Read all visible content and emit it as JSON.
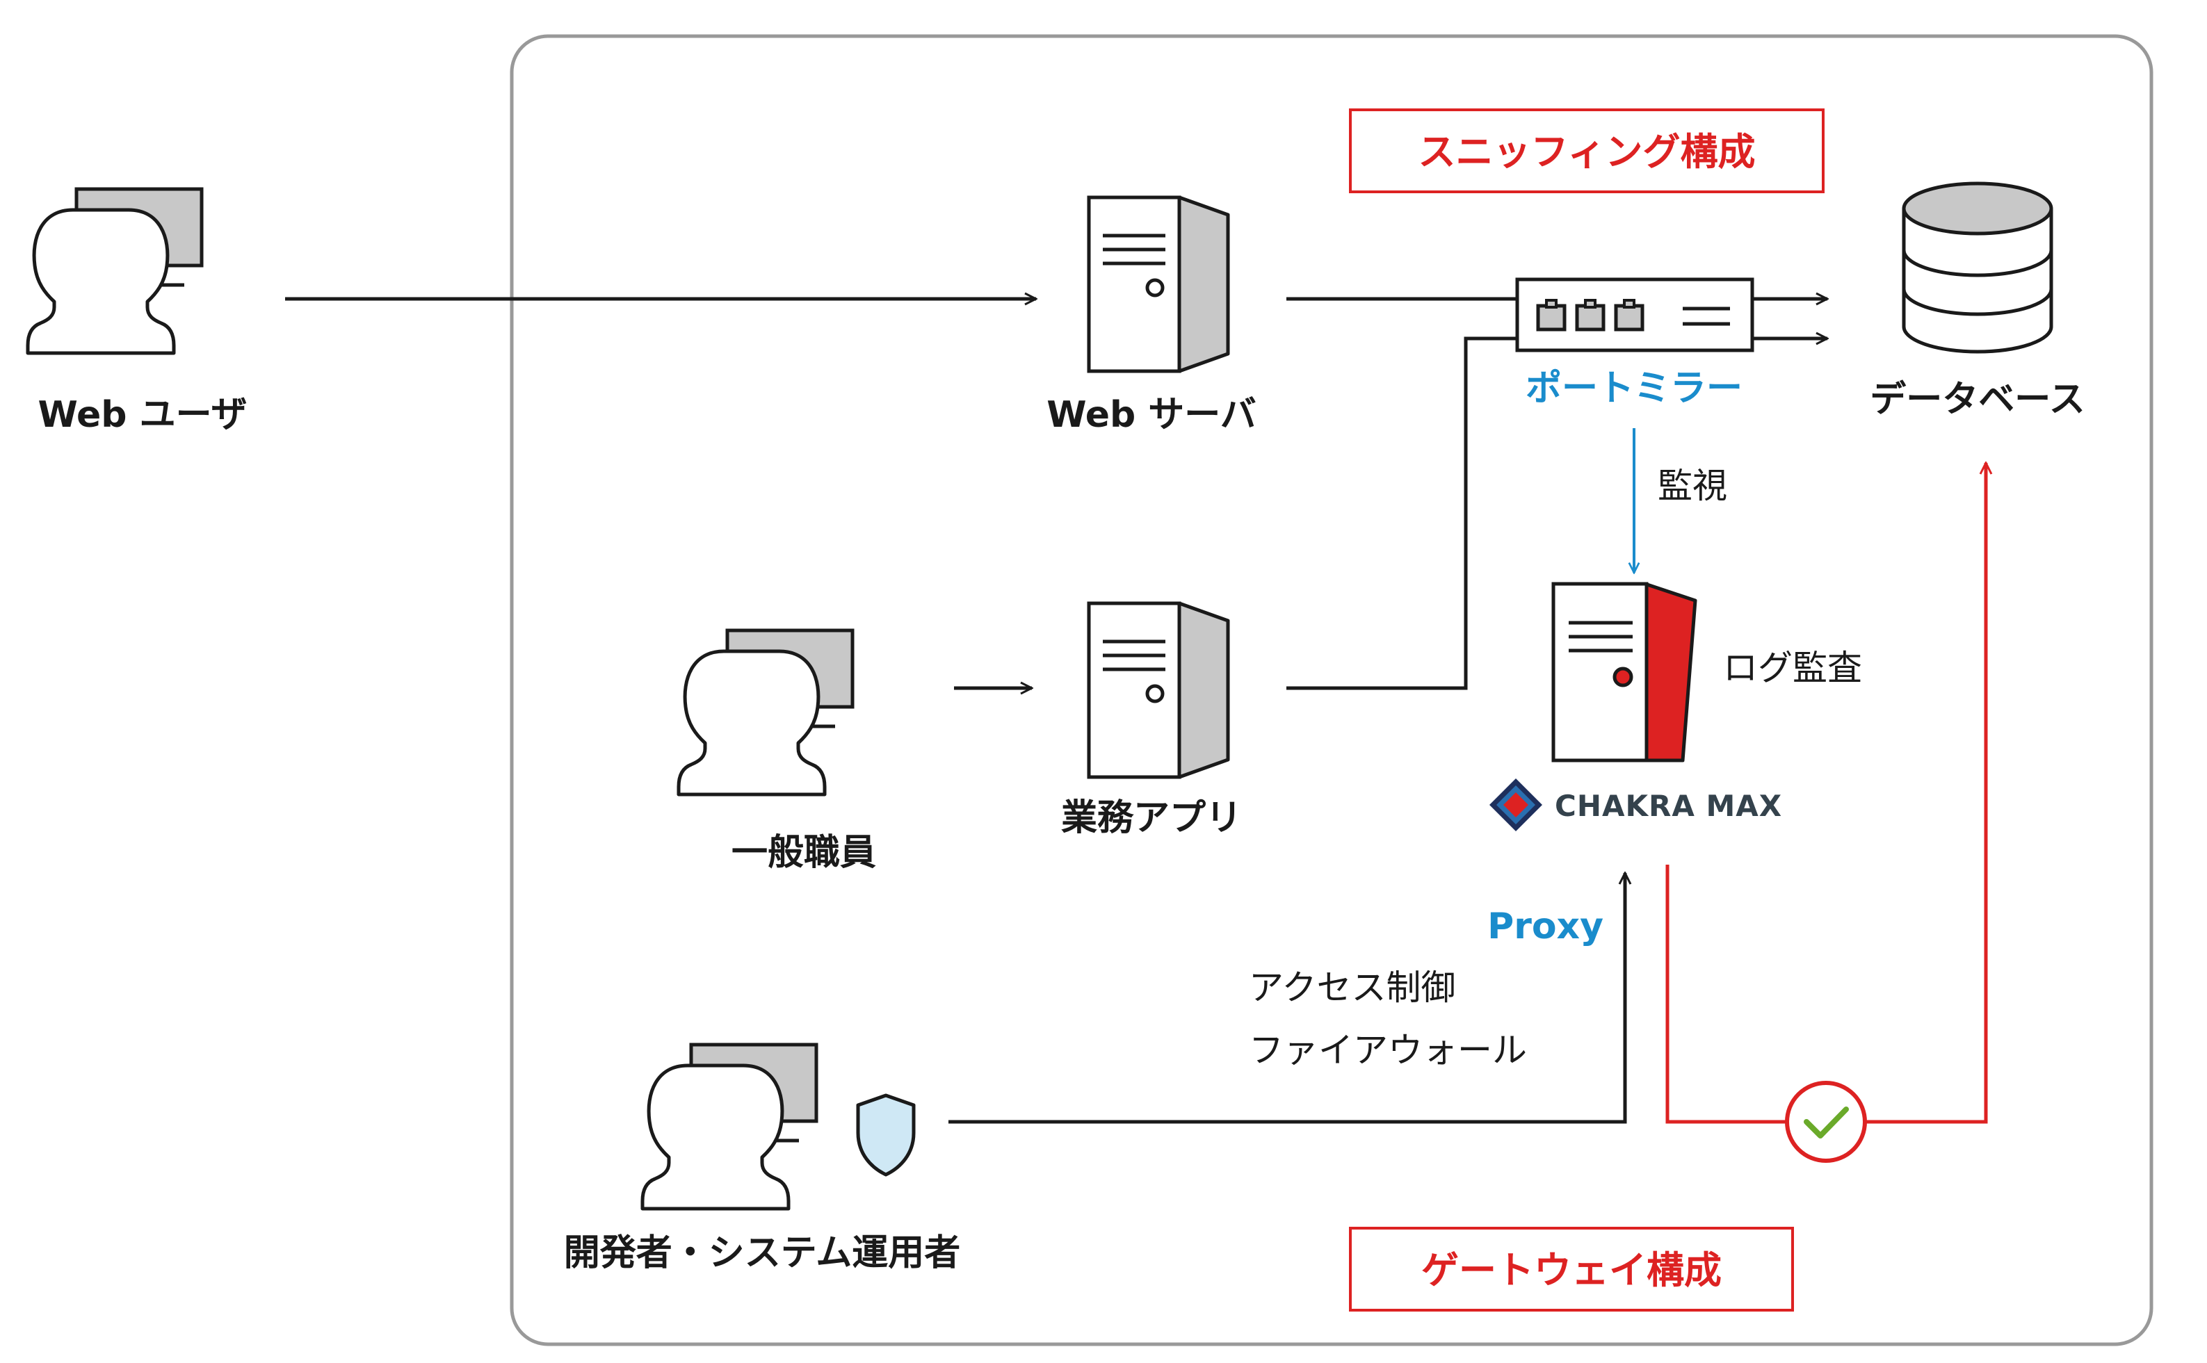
{
  "labels": {
    "web_user": "Web ユーザ",
    "web_server": "Web サーバ",
    "general_staff": "一般職員",
    "business_app": "業務アプリ",
    "developer": "開発者・システム運用者",
    "port_mirror": "ポートミラー",
    "database": "データベース",
    "monitoring": "監視",
    "log_audit": "ログ監査",
    "proxy": "Proxy",
    "access_control": "アクセス制御",
    "firewall": "ファイアウォール",
    "sniffing_config": "スニッフィング構成",
    "gateway_config": "ゲートウェイ構成",
    "brand": "CHAKRA MAX"
  },
  "colors": {
    "accent_red": "#dd2222",
    "accent_blue": "#1a8ccc",
    "check_green": "#6aaa2a",
    "gray_fill": "#c8c8c8",
    "shield_fill": "#cfe8f5"
  },
  "icons": [
    "user-workstation-icon",
    "server-icon",
    "database-icon",
    "network-switch-icon",
    "chakra-max-server-icon",
    "shield-icon",
    "check-icon"
  ]
}
